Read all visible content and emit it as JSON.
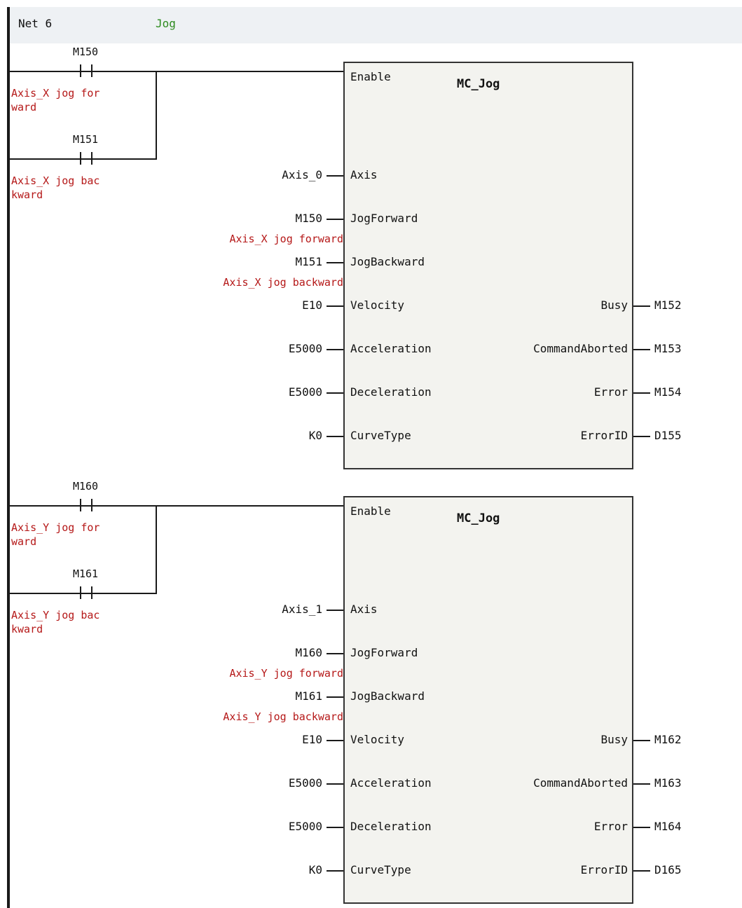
{
  "network": {
    "title": "Net 6",
    "comment": "Jog"
  },
  "rungs": [
    {
      "contacts": [
        {
          "address": "M150",
          "comment_line1": "Axis_X jog for",
          "comment_line2": "ward"
        },
        {
          "address": "M151",
          "comment_line1": "Axis_X jog bac",
          "comment_line2": "kward"
        }
      ],
      "block": {
        "name": "MC_Jog",
        "enable_label": "Enable",
        "inputs": [
          {
            "pin": "Axis",
            "value": "Axis_0",
            "comment": ""
          },
          {
            "pin": "JogForward",
            "value": "M150",
            "comment": "Axis_X jog forward"
          },
          {
            "pin": "JogBackward",
            "value": "M151",
            "comment": "Axis_X jog backward"
          },
          {
            "pin": "Velocity",
            "value": "E10",
            "comment": ""
          },
          {
            "pin": "Acceleration",
            "value": "E5000",
            "comment": ""
          },
          {
            "pin": "Deceleration",
            "value": "E5000",
            "comment": ""
          },
          {
            "pin": "CurveType",
            "value": "K0",
            "comment": ""
          }
        ],
        "outputs": [
          {
            "pin": "Busy",
            "value": "M152"
          },
          {
            "pin": "CommandAborted",
            "value": "M153"
          },
          {
            "pin": "Error",
            "value": "M154"
          },
          {
            "pin": "ErrorID",
            "value": "D155"
          }
        ]
      }
    },
    {
      "contacts": [
        {
          "address": "M160",
          "comment_line1": "Axis_Y jog for",
          "comment_line2": "ward"
        },
        {
          "address": "M161",
          "comment_line1": "Axis_Y jog bac",
          "comment_line2": "kward"
        }
      ],
      "block": {
        "name": "MC_Jog",
        "enable_label": "Enable",
        "inputs": [
          {
            "pin": "Axis",
            "value": "Axis_1",
            "comment": ""
          },
          {
            "pin": "JogForward",
            "value": "M160",
            "comment": "Axis_Y jog forward"
          },
          {
            "pin": "JogBackward",
            "value": "M161",
            "comment": "Axis_Y jog backward"
          },
          {
            "pin": "Velocity",
            "value": "E10",
            "comment": ""
          },
          {
            "pin": "Acceleration",
            "value": "E5000",
            "comment": ""
          },
          {
            "pin": "Deceleration",
            "value": "E5000",
            "comment": ""
          },
          {
            "pin": "CurveType",
            "value": "K0",
            "comment": ""
          }
        ],
        "outputs": [
          {
            "pin": "Busy",
            "value": "M162"
          },
          {
            "pin": "CommandAborted",
            "value": "M163"
          },
          {
            "pin": "Error",
            "value": "M164"
          },
          {
            "pin": "ErrorID",
            "value": "D165"
          }
        ]
      }
    }
  ]
}
